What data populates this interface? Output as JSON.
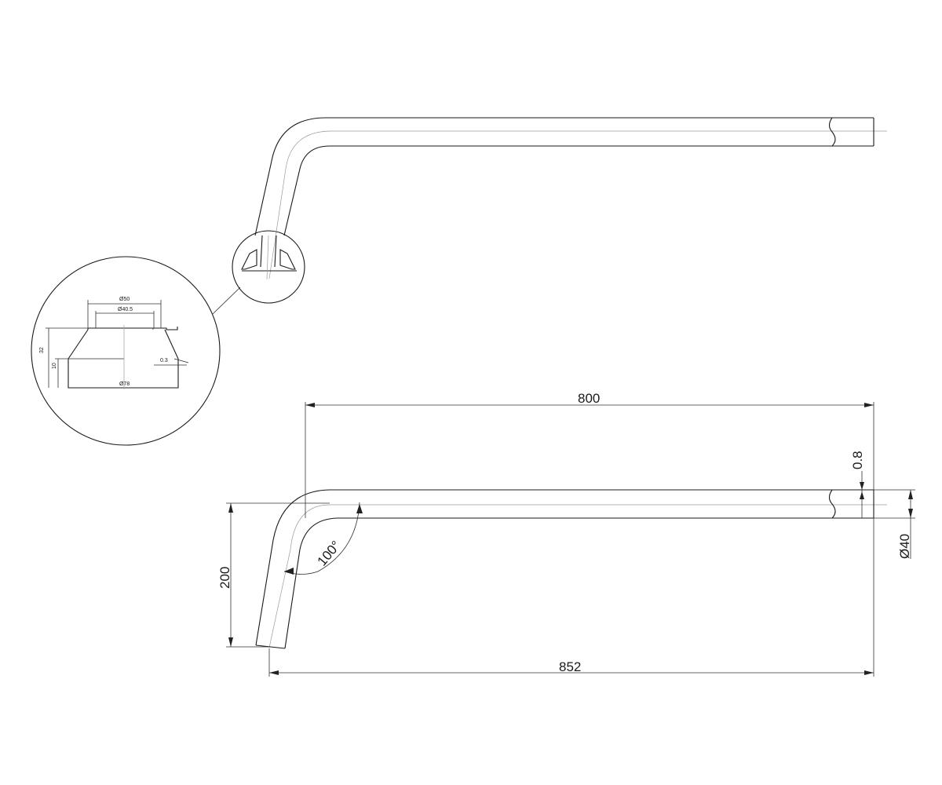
{
  "dimensions": {
    "top_length": "800",
    "overall_length": "852",
    "drop_height": "200",
    "bend_angle": "100°",
    "wall_thickness": "0.8",
    "tube_diameter": "Ø40"
  },
  "detail": {
    "outer_diameter": "Ø50",
    "inner_diameter": "Ø40.5",
    "base_diameter": "Ø78",
    "total_height": "32",
    "lower_height": "10",
    "chamfer": "0.3"
  }
}
